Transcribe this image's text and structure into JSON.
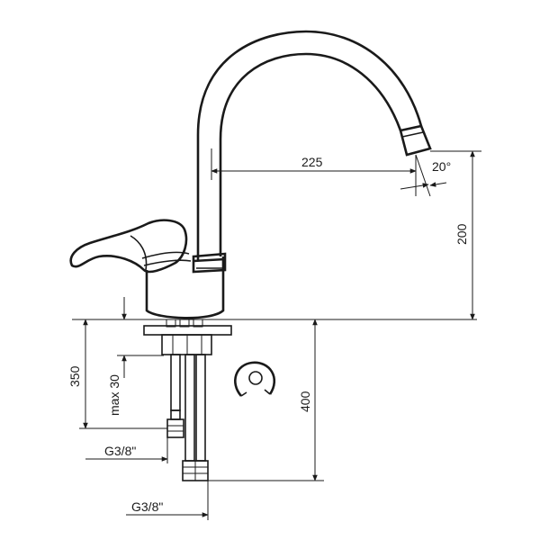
{
  "dimensions": {
    "spout_reach": "225",
    "spout_angle": "20°",
    "spout_height": "200",
    "hose_length": "350",
    "deck_thickness": "max 30",
    "supply_depth": "400",
    "thread_upper": "G3/8\"",
    "thread_lower": "G3/8\""
  }
}
